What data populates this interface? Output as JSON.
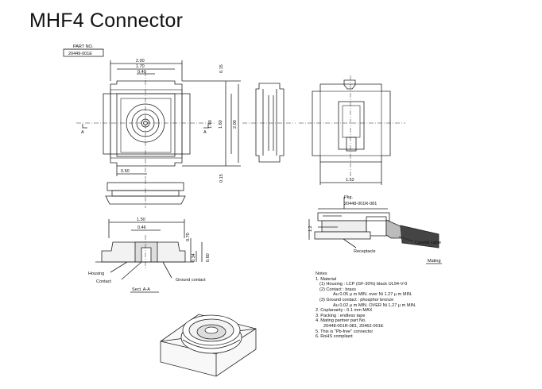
{
  "title": "MHF4 Connector",
  "part_no": {
    "label": "PART NO.",
    "value": "20449-001E"
  },
  "top_view": {
    "dim_top_1": "2.00",
    "dim_top_2": "1.70",
    "dim_top_3": "0.40",
    "dim_right_1": "0.15",
    "dim_right_2": "1.60",
    "dim_right_3": "1.40",
    "dim_right_4": "2.00",
    "dim_right_5": "0.15",
    "dim_bottom": "0.50",
    "section_marker_left": "A",
    "section_marker_right": "A"
  },
  "side_view": {
    "dim": "1.52"
  },
  "section_view": {
    "dim_1": "1.50",
    "dim_2": "0.46",
    "dim_h1": "0.70",
    "dim_h2": "0.34",
    "dim_h3": "0.60",
    "label_housing": "Housing",
    "label_contact": "Contact",
    "label_ground": "Ground contact",
    "label_section": "Sect. A-A"
  },
  "mating_view": {
    "pkg_label": "Pkg.",
    "pkg_part": "20448-001R-081",
    "dim": "1.2",
    "label_coaxial": "Coaxial cable",
    "label_receptacle": "Receptacle",
    "label_mating": "Mating"
  },
  "notes": {
    "heading": "Notes",
    "n1": "1. Material",
    "n1a": "(1) Housing : LCP (GF-30%) black UL94-V-0",
    "n1b": "(2) Contact : brass",
    "n1b2": "Au 0.05 μ m MIN. over Ni 1.27 μ m MIN.",
    "n1c": "(3) Ground contact : phosphor bronze",
    "n1c2": "Au 0.02 μ m MIN. OVER Ni 1.27 μ m MIN.",
    "n2": "2. Coplanarity : 0.1 mm MAX",
    "n3": "3. Packing : endless tape",
    "n4": "4. Mating partner part No.",
    "n4a": "20448-001R-081, 20462-001E",
    "n5": "5. This is \"Pb-free\" connector",
    "n6": "6. RoHS compliant"
  }
}
